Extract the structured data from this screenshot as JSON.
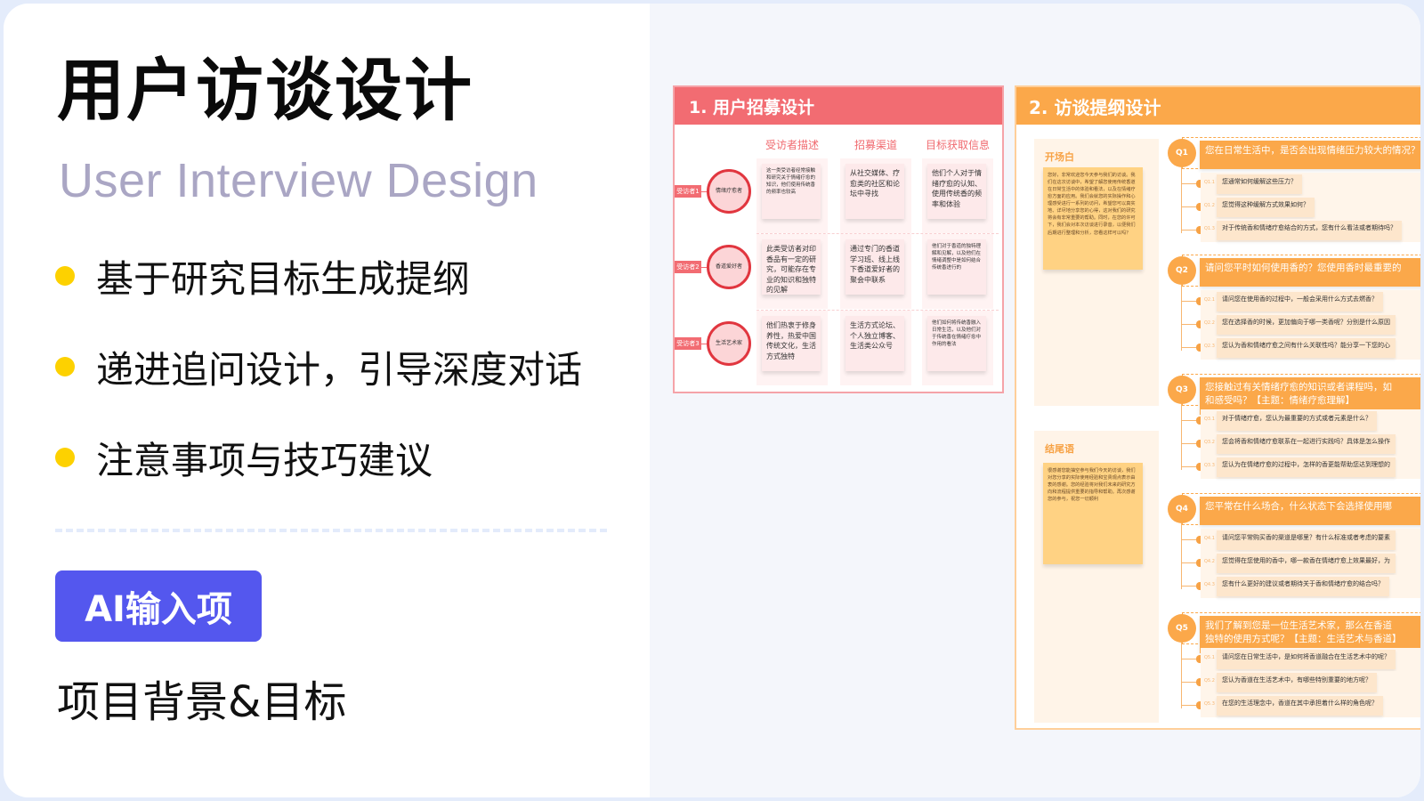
{
  "left": {
    "title": "用户访谈设计",
    "subtitle": "User Interview Design",
    "features": [
      {
        "icon": "bullet-dot",
        "text": "基于研究目标生成提纲"
      },
      {
        "icon": "bullet-dot",
        "text": "递进追问设计，引导深度对话"
      },
      {
        "icon": "bullet-dot",
        "text": "注意事项与技巧建议"
      }
    ],
    "ai_badge": "AI输入项",
    "ai_input": "项目背景&目标",
    "colors": {
      "bullet": "#fdd100",
      "badge": "#5457ee",
      "subtitle": "#aaa6c4"
    }
  },
  "recruit_card": {
    "title": "1. 用户招募设计",
    "columns": [
      "受访者描述",
      "招募渠道",
      "目标获取信息"
    ],
    "rows": [
      {
        "label": "受访者1",
        "persona": "情绪疗愈者",
        "description": "这一类受访者经常接触和研究关于情绪疗愈的知识，他们使用传统香的频率也较高",
        "channel": "从社交媒体、疗愈类的社区和论坛中寻找",
        "target_info": "他们个人对于情绪疗愈的认知、使用传统香的频率和体验"
      },
      {
        "label": "受访者2",
        "persona": "香道爱好者",
        "description": "此类受访者对印香品有一定的研究，可能存在专业的知识和独特的见解",
        "channel": "通过专门的香道学习班、线上线下香道爱好者的聚会中联系",
        "target_info": "他们对于香道的独特理解和见解，以及他们在情绪调整中是如何结合传统香进行的"
      },
      {
        "label": "受访者3",
        "persona": "生活艺术家",
        "description": "他们热衷于修身养性，热爱中国传统文化，生活方式独特",
        "channel": "生活方式论坛、个人独立博客、生活类公众号",
        "target_info": "他们如何将传统香融入日常生活，以及他们对于传统香在情绪疗愈中作用的看法"
      }
    ],
    "colors": {
      "header": "#f26c72",
      "circle_border": "#e1363f",
      "circle_fill": "#fcd5d7"
    }
  },
  "outline_card": {
    "title": "2. 访谈提纲设计",
    "opening": {
      "title": "开场白",
      "text": "您好，非常欢迎您今天参与我们的访谈。我们在这次访谈中，希望了解您使用传统香道在日常生活中的体验和看法，以及在情绪疗愈方面的应用。我们会就您的实际操作和心理感受进行一系列的访问，希望您可以真实地、详尽地分享您的心得，这对我们的研究将会有非常重要的帮助。同时，在您的许可下，我们会对本次访谈进行录音，以便我们后期进行整理和分析，您看这样可以吗？"
    },
    "closing": {
      "title": "结尾语",
      "text": "很感谢您能抽空参与我们今天的访谈，我们对您分享的实际使用经验和宝贵观点表示由衷的感谢。您的经验将对我们未来的研究方向和流程提供重要的指导和帮助。再次感谢您的参与，祝您一切顺利"
    },
    "questions": [
      {
        "id": "Q1",
        "text": "您在日常生活中，是否会出现情绪压力较大的情况？",
        "subs": [
          {
            "id": "Q1.1",
            "text": "您通常如何缓解这些压力？"
          },
          {
            "id": "Q1.2",
            "text": "您觉得这种缓解方式效果如何？"
          },
          {
            "id": "Q1.3",
            "text": "对于传统香和情绪疗愈结合的方式，您有什么看法或者期待吗？"
          }
        ]
      },
      {
        "id": "Q2",
        "text": "请问您平时如何使用香的？您使用香时最重要的",
        "subs": [
          {
            "id": "Q2.1",
            "text": "请问您在使用香的过程中，一般会采用什么方式去燃香？"
          },
          {
            "id": "Q2.2",
            "text": "您在选择香的时候，更加偏向于哪一类香呢？分别是什么原因"
          },
          {
            "id": "Q2.3",
            "text": "您认为香和情绪疗愈之间有什么关联性吗？能分享一下您的心"
          }
        ]
      },
      {
        "id": "Q3",
        "text": "您接触过有关情绪疗愈的知识或者课程吗，如\n和感受吗？【主题：情绪疗愈理解】",
        "subs": [
          {
            "id": "Q3.1",
            "text": "对于情绪疗愈，您认为最重要的方式或者元素是什么？"
          },
          {
            "id": "Q3.2",
            "text": "您会将香和情绪疗愈联系在一起进行实践吗？具体是怎么操作"
          },
          {
            "id": "Q3.3",
            "text": "您认为在情绪疗愈的过程中，怎样的香更能帮助您达到理想的"
          }
        ]
      },
      {
        "id": "Q4",
        "text": "您平常在什么场合，什么状态下会选择使用哪",
        "subs": [
          {
            "id": "Q4.1",
            "text": "请问您平常购买香的渠道是哪里？有什么标准或者考虑的要素"
          },
          {
            "id": "Q4.2",
            "text": "您觉得在您使用的香中，哪一款香在情绪疗愈上效果最好，为"
          },
          {
            "id": "Q4.3",
            "text": "您有什么更好的建议或者期待关于香和情绪疗愈的结合吗？"
          }
        ]
      },
      {
        "id": "Q5",
        "text": "我们了解到您是一位生活艺术家，那么在香道\n独特的使用方式呢？【主题：生活艺术与香道】",
        "subs": [
          {
            "id": "Q5.1",
            "text": "请问您在日常生活中，是如何将香道融合在生活艺术中的呢？"
          },
          {
            "id": "Q5.2",
            "text": "您认为香道在生活艺术中，有哪些特别重要的地方呢？"
          },
          {
            "id": "Q5.3",
            "text": "在您的生活理念中，香道在其中承担着什么样的角色呢？"
          }
        ]
      }
    ],
    "colors": {
      "header": "#fba84a",
      "side_note": "#ffd283",
      "sub_note": "#fde6cc"
    }
  }
}
